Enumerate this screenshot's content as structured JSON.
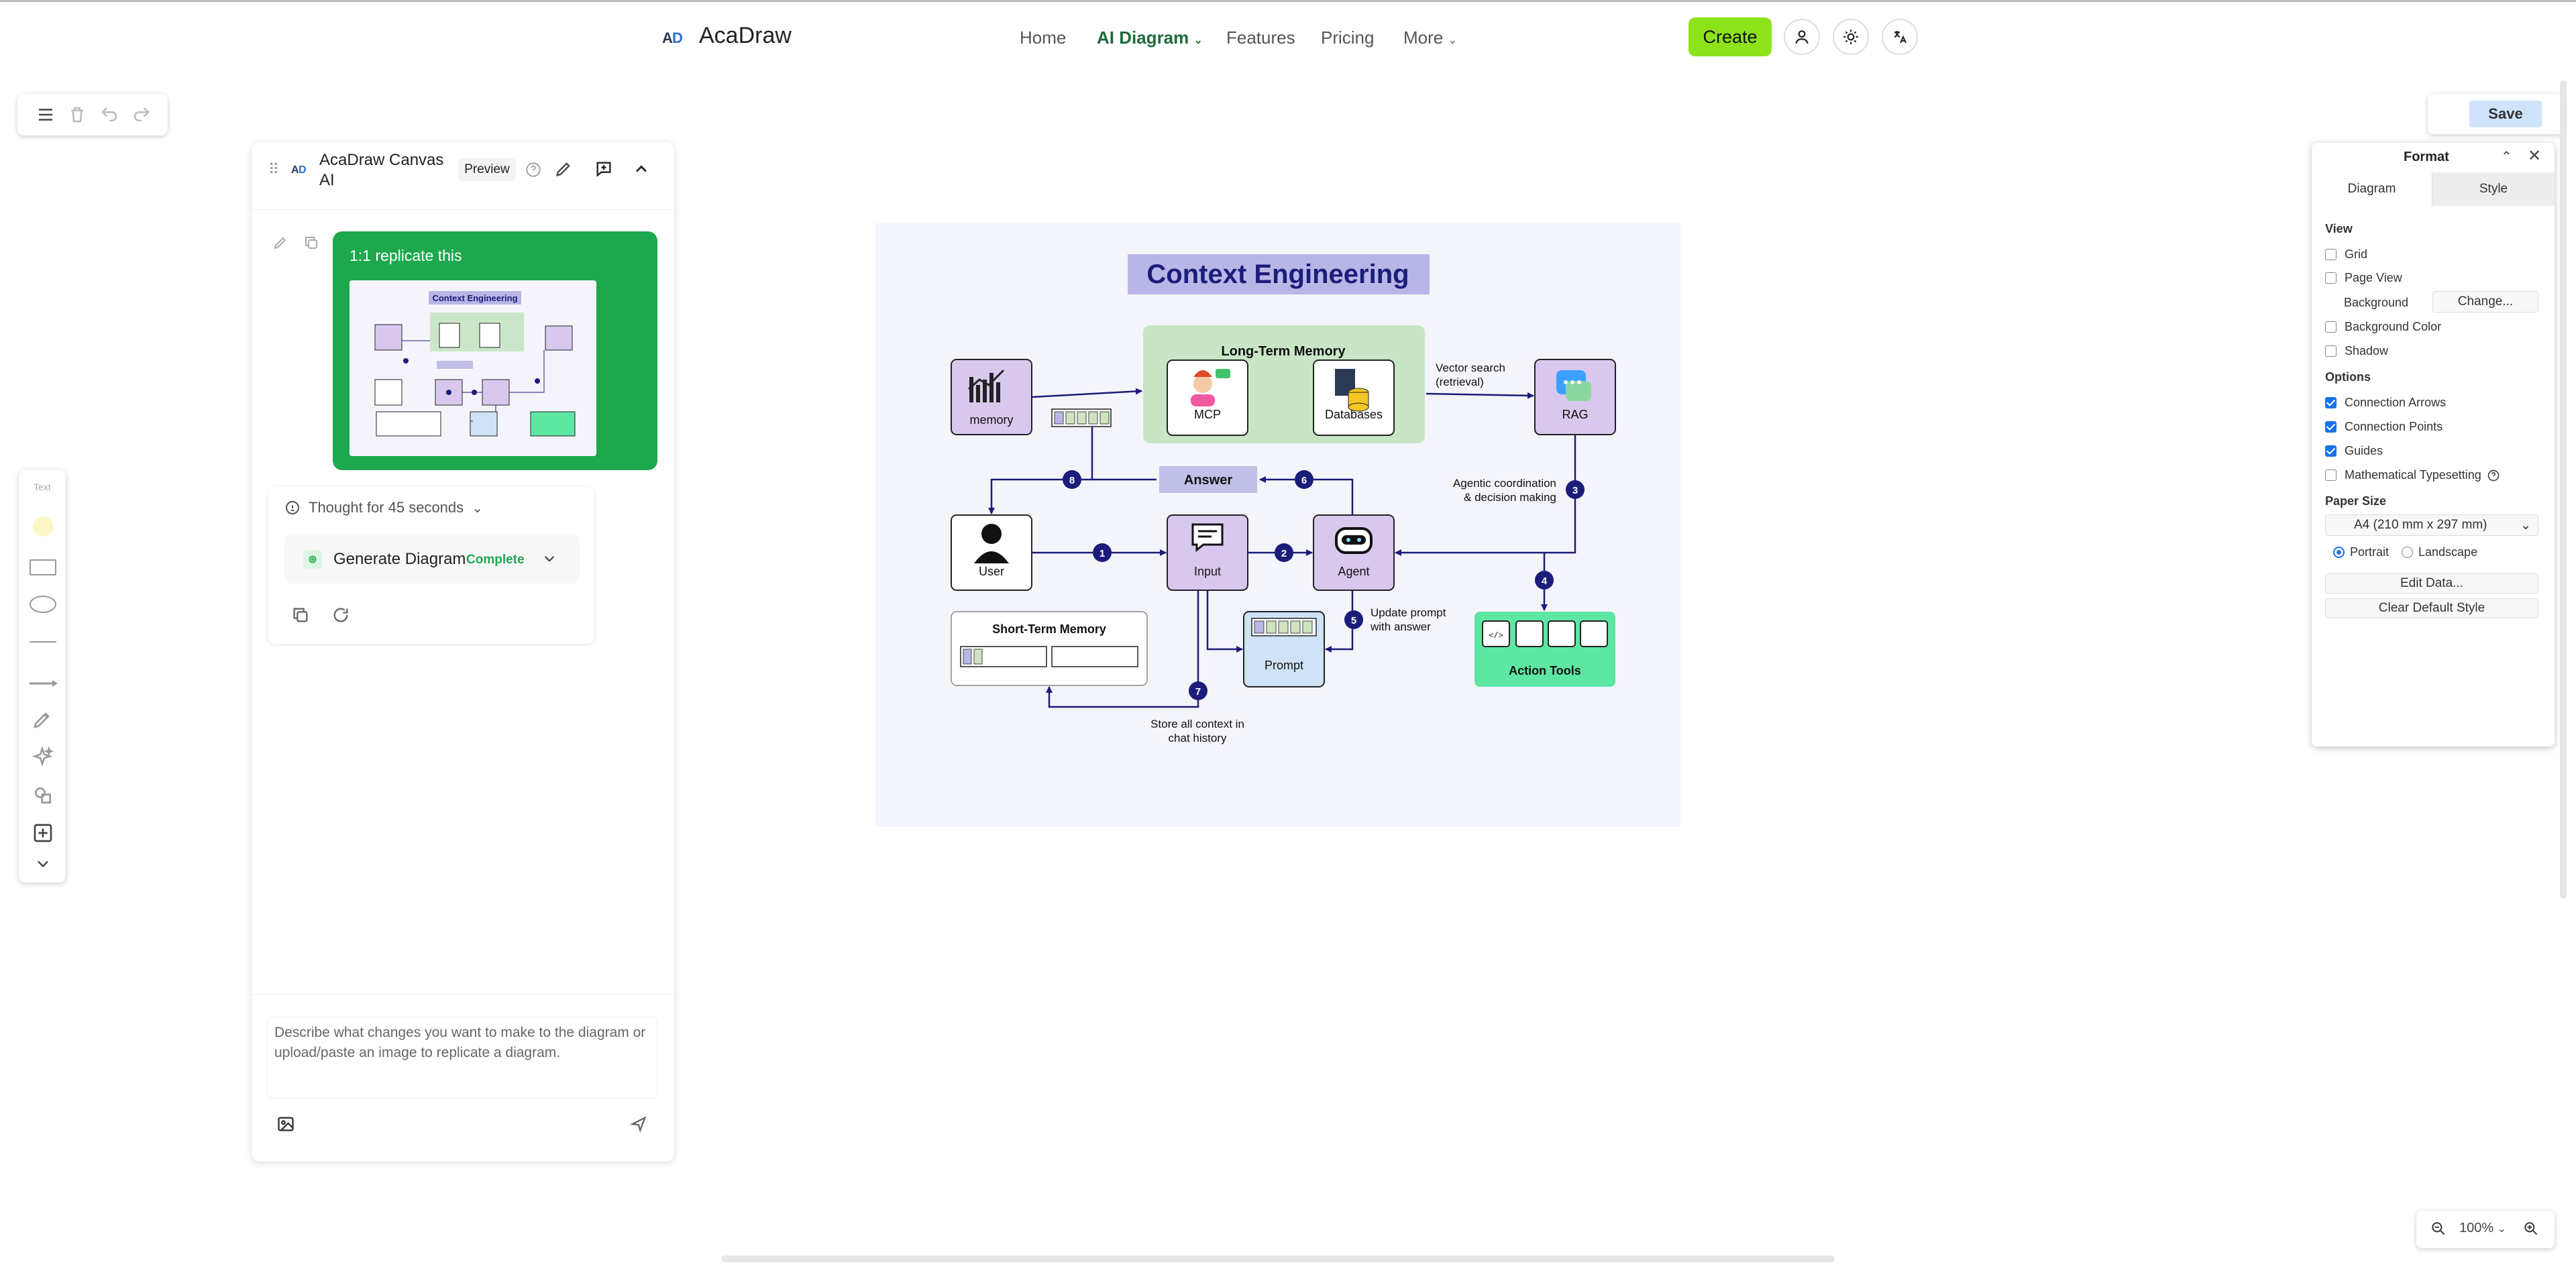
{
  "header": {
    "brand": "AcaDraw",
    "nav": {
      "home": "Home",
      "ai_diagram": "AI Diagram",
      "features": "Features",
      "pricing": "Pricing",
      "more": "More"
    },
    "create_label": "Create"
  },
  "toolbar": {
    "save_label": "Save"
  },
  "chat": {
    "title": "AcaDraw Canvas AI",
    "preview_label": "Preview",
    "user_message": "1:1 replicate this",
    "thumbnail_title": "Context Engineering",
    "thought": "Thought for 45 seconds",
    "tool_name": "Generate Diagram",
    "tool_status": "Complete",
    "input_placeholder": "Describe what changes you want to make to the diagram or upload/paste an image to replicate a diagram."
  },
  "shapes_panel": {
    "text_label": "Text"
  },
  "diagram": {
    "title": "Context Engineering",
    "nodes": {
      "memory": "memory",
      "ltm": "Long-Term Memory",
      "mcp": "MCP",
      "databases": "Databases",
      "rag": "RAG",
      "answer": "Answer",
      "user": "User",
      "input": "Input",
      "agent": "Agent",
      "stm": "Short-Term Memory",
      "prompt": "Prompt",
      "action_tools": "Action Tools"
    },
    "labels": {
      "vector1": "Vector search",
      "vector2": "(retrieval)",
      "agentic1": "Agentic coordination",
      "agentic2": "& decision making",
      "update1": "Update prompt",
      "update2": "with answer",
      "store1": "Store all context in",
      "store2": "chat history"
    },
    "steps": [
      "1",
      "2",
      "3",
      "4",
      "5",
      "6",
      "7",
      "8"
    ]
  },
  "format_panel": {
    "title": "Format",
    "tabs": {
      "diagram": "Diagram",
      "style": "Style"
    },
    "view_heading": "View",
    "view": [
      {
        "label": "Grid",
        "checked": false
      },
      {
        "label": "Page View",
        "checked": false
      }
    ],
    "background_label": "Background",
    "change_label": "Change...",
    "view2": [
      {
        "label": "Background Color",
        "checked": false
      },
      {
        "label": "Shadow",
        "checked": false
      }
    ],
    "options_heading": "Options",
    "options": [
      {
        "label": "Connection Arrows",
        "checked": true
      },
      {
        "label": "Connection Points",
        "checked": true
      },
      {
        "label": "Guides",
        "checked": true
      },
      {
        "label": "Mathematical Typesetting",
        "checked": false
      }
    ],
    "paper_heading": "Paper Size",
    "paper_value": "A4 (210 mm x 297 mm)",
    "portrait": "Portrait",
    "landscape": "Landscape",
    "edit_data": "Edit Data...",
    "clear_style": "Clear Default Style"
  },
  "zoom": {
    "value": "100%"
  }
}
